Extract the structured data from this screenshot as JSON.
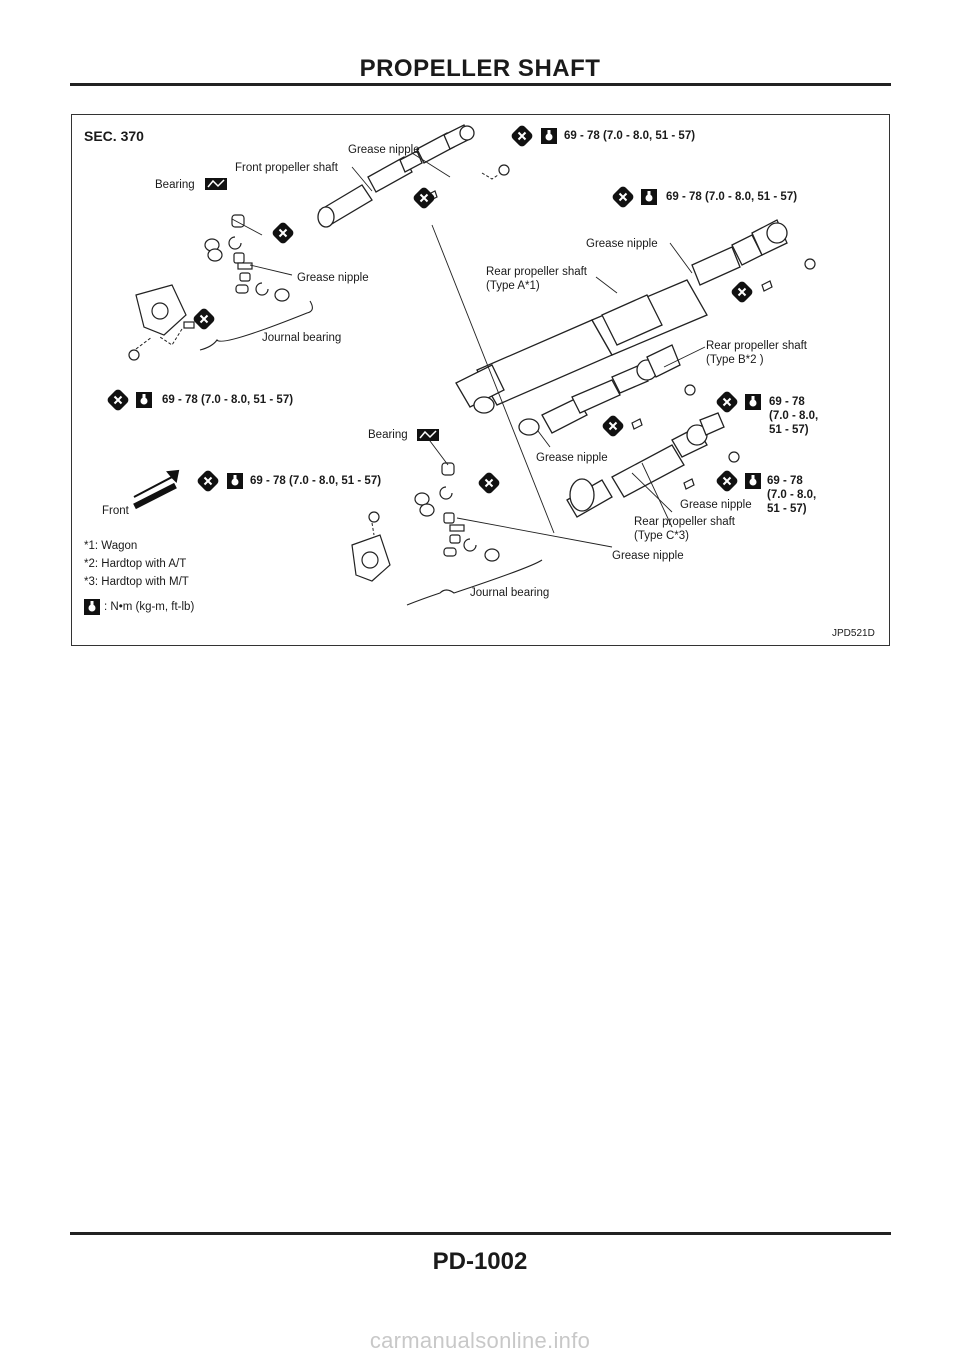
{
  "page": {
    "title": "PROPELLER SHAFT",
    "page_number": "PD-1002",
    "watermark": "carmanualsonline.info"
  },
  "figure": {
    "section": "SEC. 370",
    "figure_id": "JPD521D",
    "labels": {
      "grease_nipple_top": "Grease nipple",
      "front_propeller_shaft": "Front propeller shaft",
      "bearing_1": "Bearing",
      "grease_nipple_front_joint": "Grease nipple",
      "journal_bearing_1": "Journal bearing",
      "grease_nipple_rear_a": "Grease nipple",
      "rear_propeller_shaft_a": "Rear propeller shaft\n(Type A*1)",
      "rear_propeller_shaft_b": "Rear propeller shaft\n(Type B*2 )",
      "bearing_2": "Bearing",
      "grease_nipple_b": "Grease nipple",
      "grease_nipple_c": "Grease nipple",
      "rear_propeller_shaft_c": "Rear propeller shaft\n(Type C*3)",
      "grease_nipple_bottom": "Grease nipple",
      "journal_bearing_2": "Journal bearing",
      "front": "Front"
    },
    "torques": {
      "t1": "69 - 78 (7.0 - 8.0, 51 - 57)",
      "t2": "69 - 78 (7.0 - 8.0, 51 - 57)",
      "t3": "69 - 78 (7.0 - 8.0, 51 - 57)",
      "t4": "69 - 78\n(7.0 - 8.0,\n51 - 57)",
      "t5": "69 - 78 (7.0 - 8.0, 51 - 57)",
      "t6": "69 - 78\n(7.0 - 8.0,\n51 - 57)"
    },
    "notes": {
      "n1": "*1: Wagon",
      "n2": "*2: Hardtop with A/T",
      "n3": "*3: Hardtop with M/T",
      "unit": ": N•m (kg-m, ft-lb)"
    },
    "icons": {
      "no_reuse": "do-not-reuse-icon",
      "torque": "torque-wrench-icon",
      "grease": "grease-icon",
      "front_arrow": "front-arrow-icon"
    }
  }
}
